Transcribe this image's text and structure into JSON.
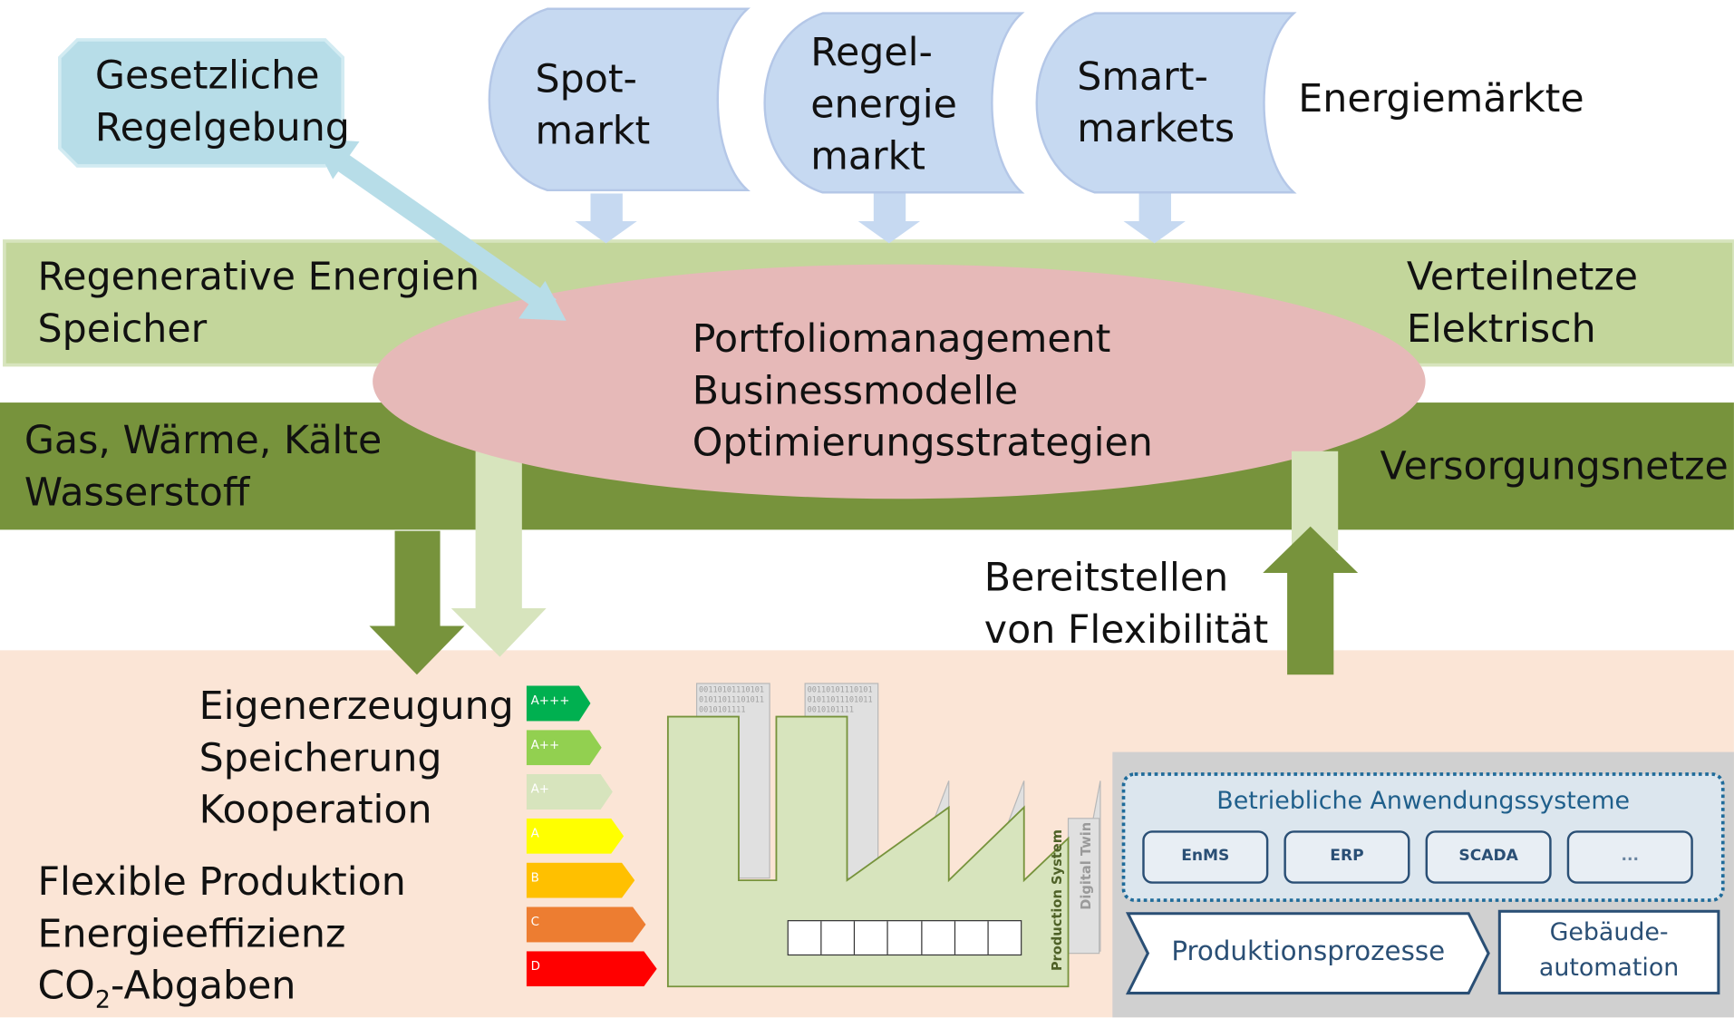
{
  "legal": {
    "line1": "Gesetzliche",
    "line2": "Regelgebung"
  },
  "markets": {
    "title": "Energiemärkte",
    "spot": {
      "line1": "Spot-",
      "line2": "markt"
    },
    "regel": {
      "line1": "Regel-",
      "line2": "energie",
      "line3": "markt"
    },
    "smart": {
      "line1": "Smart-",
      "line2": "markets"
    }
  },
  "bands": {
    "light_left": {
      "line1": "Regenerative Energien",
      "line2": "Speicher"
    },
    "light_right": {
      "line1": "Verteilnetze",
      "line2": "Elektrisch"
    },
    "dark_left": {
      "line1": "Gas, Wärme, Kälte",
      "line2": "Wasserstoff"
    },
    "dark_right": "Versorgungsnetze"
  },
  "center": {
    "line1": "Portfoliomanagement",
    "line2": "Businessmodelle",
    "line3": "Optimierungsstrategien"
  },
  "flex": {
    "line1": "Bereitstellen",
    "line2": "von Flexibilität"
  },
  "bottom": {
    "list1": {
      "line1": "Eigenerzeugung",
      "line2": "Speicherung",
      "line3": "Kooperation"
    },
    "list2": {
      "line1": "Flexible Produktion",
      "line2": "Energieeffizienz",
      "line3_main": "CO",
      "line3_sub": "2",
      "line3_rest": "-Abgaben"
    }
  },
  "energy_labels": [
    "A+++",
    "A++",
    "A+",
    "A",
    "B",
    "C",
    "D"
  ],
  "factory": {
    "production_system": "Production System",
    "digital_twin": "Digital Twin",
    "binary": "00110101110101010110111010110010101111"
  },
  "it_systems": {
    "title": "Betriebliche Anwendungssysteme",
    "boxes": [
      "EnMS",
      "ERP",
      "SCADA",
      "..."
    ],
    "production": "Produktionsprozesse",
    "building": {
      "line1": "Gebäude-",
      "line2": "automation"
    }
  },
  "colors": {
    "light_green_band": "#c3d69b",
    "dark_green_band": "#77933c",
    "ellipse": "#e6b9b8",
    "market_blue": "#c6d9f1",
    "legal_blue": "#b7dde8",
    "bottom_bg": "#fbe5d6",
    "label_green_dark": "#00b050",
    "label_red": "#ff0000"
  }
}
